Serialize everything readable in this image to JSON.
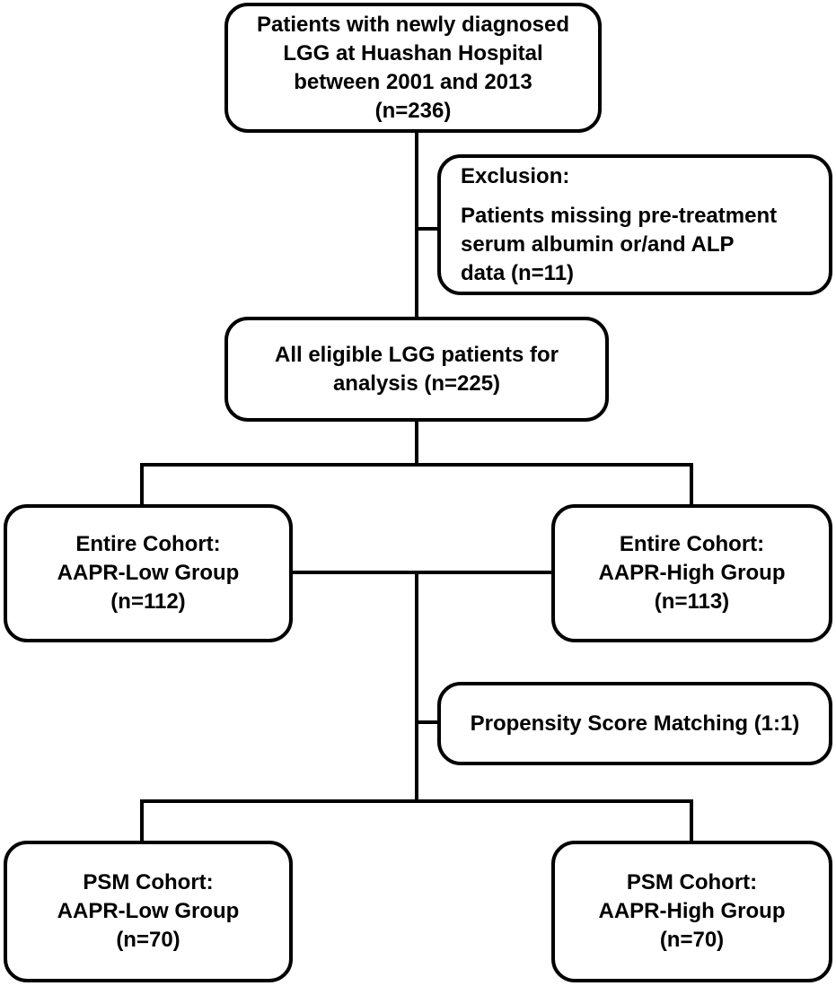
{
  "nodes": {
    "start": {
      "lines": [
        "Patients with newly diagnosed",
        "LGG at Huashan Hospital",
        "between 2001 and 2013",
        "(n=236)"
      ]
    },
    "exclusion": {
      "heading": "Exclusion:",
      "lines": [
        "Patients missing pre-treatment",
        "serum albumin or/and ALP",
        "data (n=11)"
      ]
    },
    "eligible": {
      "lines": [
        "All eligible LGG patients for",
        "analysis (n=225)"
      ]
    },
    "entire_low": {
      "lines": [
        "Entire Cohort:",
        "AAPR-Low Group",
        "(n=112)"
      ]
    },
    "entire_high": {
      "lines": [
        "Entire Cohort:",
        "AAPR-High Group",
        "(n=113)"
      ]
    },
    "psm": {
      "lines": [
        "Propensity Score Matching (1:1)"
      ]
    },
    "psm_low": {
      "lines": [
        "PSM Cohort:",
        "AAPR-Low Group",
        "(n=70)"
      ]
    },
    "psm_high": {
      "lines": [
        "PSM Cohort:",
        "AAPR-High Group",
        "(n=70)"
      ]
    }
  },
  "colors": {
    "stroke": "#000000",
    "fill": "#ffffff"
  }
}
